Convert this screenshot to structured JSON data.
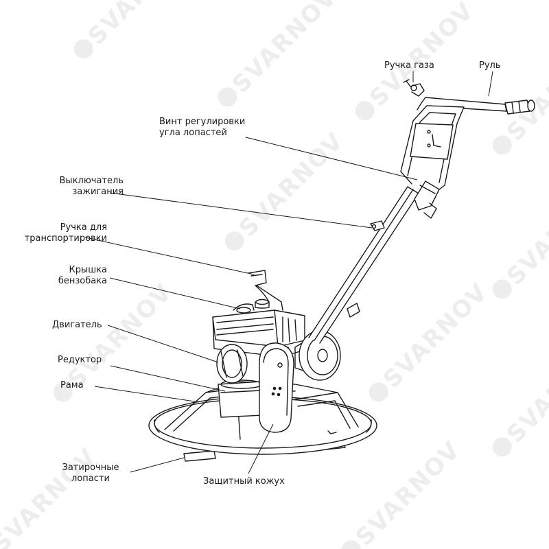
{
  "watermark": {
    "text": "SVARNOV",
    "icon": "svarnov-logo-icon",
    "color": "#ededed"
  },
  "line_color": "#1a1a1a",
  "labels": {
    "throttle_handle": "Ручка газа",
    "handlebar": "Руль",
    "blade_pitch_screw_line1": "Винт регулировки",
    "blade_pitch_screw_line2": "угла лопастей",
    "ignition_switch_line1": "Выключатель",
    "ignition_switch_line2": "зажигания",
    "transport_handle_line1": "Ручка для",
    "transport_handle_line2": "транспортировки",
    "fuel_cap_line1": "Крышка",
    "fuel_cap_line2": "бензобака",
    "engine": "Двигатель",
    "gearbox": "Редуктор",
    "frame": "Рама",
    "blades_line1": "Затирочные",
    "blades_line2": "лопасти",
    "guard": "Защитный кожух"
  }
}
